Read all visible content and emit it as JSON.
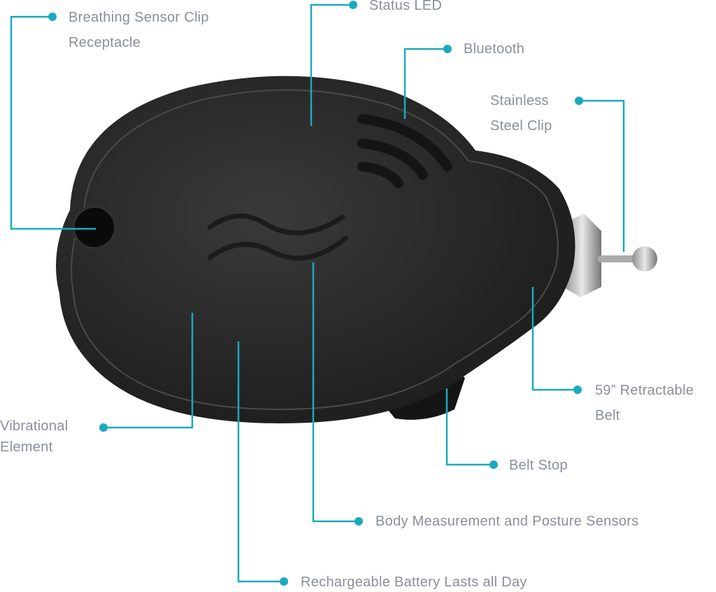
{
  "accent_color": "#1aa9bf",
  "text_color": "#8a8f99",
  "labels": {
    "breathing_1": "Breathing Sensor Clip",
    "breathing_2": "Receptacle",
    "status_led": "Status LED",
    "bluetooth": "Bluetooth",
    "clip_1": "Stainless",
    "clip_2": "Steel Clip",
    "belt_1": "59” Retractable",
    "belt_2": "Belt",
    "belt_stop": "Belt Stop",
    "body": "Body Measurement and Posture Sensors",
    "battery": "Rechargeable Battery Lasts all Day",
    "vib_1": "Vibrational",
    "vib_2": "Element"
  }
}
